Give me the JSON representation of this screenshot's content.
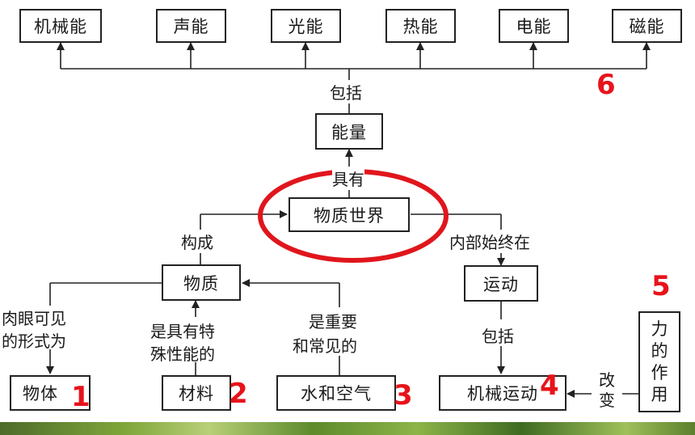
{
  "energy_types": [
    "机械能",
    "声能",
    "光能",
    "热能",
    "电能",
    "磁能"
  ],
  "labels": {
    "include_top": "包括",
    "energy": "能量",
    "has": "具有",
    "world": "物质世界",
    "constitute": "构成",
    "internal_always": "内部始终在",
    "matter": "物质",
    "motion": "运动",
    "visible_line1": "肉眼可见",
    "visible_line2": "的形式为",
    "special_line1": "是具有特",
    "special_line2": "殊性能的",
    "important_line1": "是重要",
    "important_line2": "和常见的",
    "include_mid": "包括",
    "object": "物体",
    "material": "材料",
    "water_air": "水和空气",
    "mech_motion": "机械运动",
    "change_line1": "改",
    "change_line2": "变",
    "force_chars": [
      "力",
      "的",
      "作",
      "用"
    ]
  },
  "markers": [
    "1",
    "2",
    "3",
    "4",
    "5",
    "6"
  ],
  "colors": {
    "marker": "#e8131a",
    "ellipse": "#e0161c",
    "line": "#222222"
  }
}
